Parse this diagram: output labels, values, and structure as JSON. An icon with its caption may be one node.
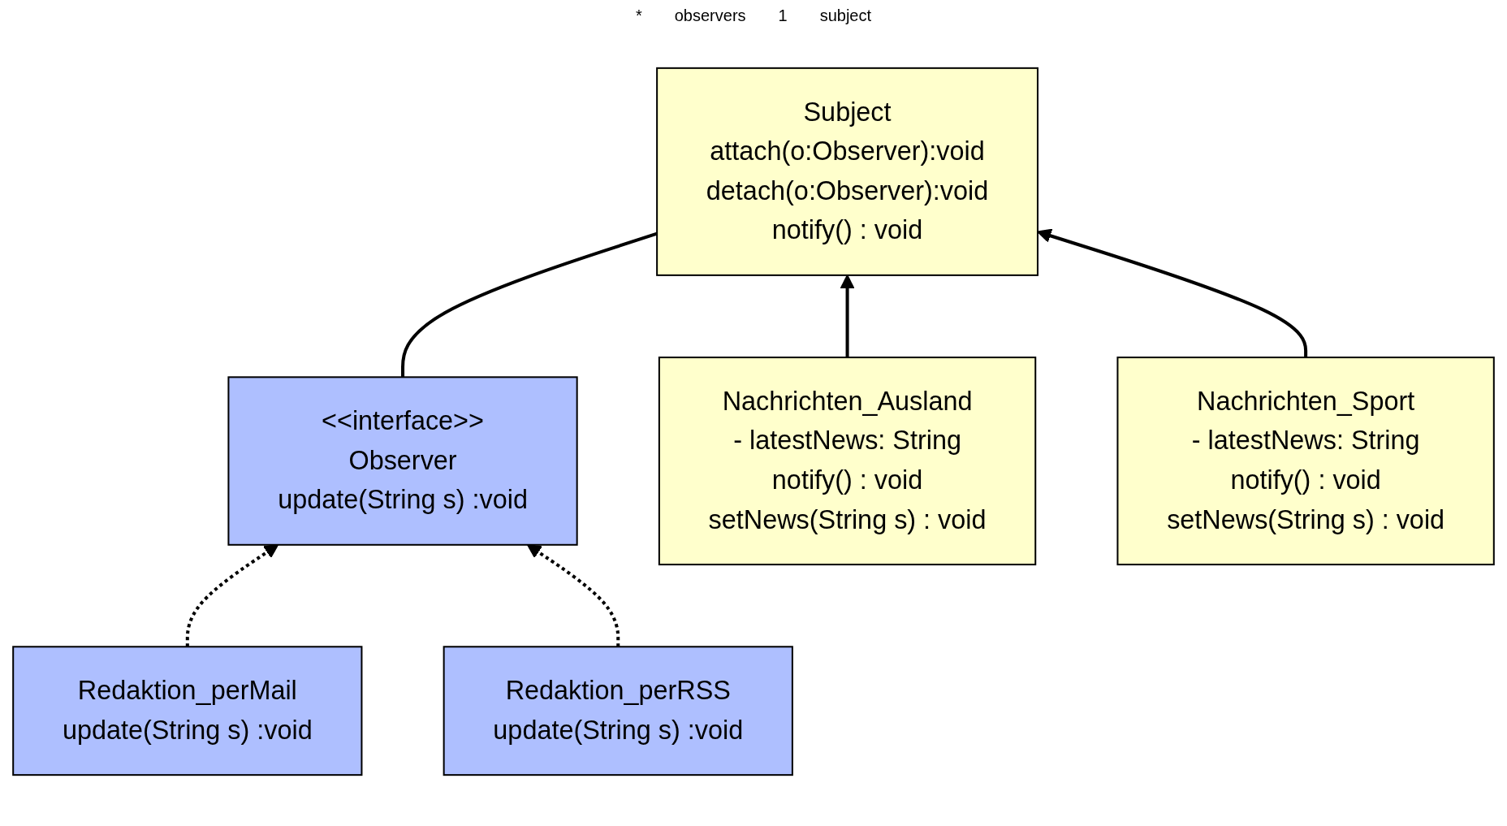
{
  "diagram": {
    "nodes": [
      {
        "text": [
          "<<interface>>",
          "Observer",
          "update(String s) :void"
        ]
      },
      {
        "text": [
          "Subject",
          "attach(o:Observer):void",
          "detach(o:Observer):void",
          "notify() : void"
        ]
      },
      {
        "text": [
          "Redaktion_perMail",
          "update(String s) :void"
        ]
      },
      {
        "text": [
          "Redaktion_perRSS",
          "update(String s) :void"
        ]
      },
      {
        "text": [
          "Nachrichten_Ausland",
          "- latestNews: String",
          "notify() : void",
          "setNews(String s) : void"
        ]
      },
      {
        "text": [
          "Nachrichten_Sport",
          "- latestNews: String",
          "notify() : void",
          "setNews(String s) : void"
        ]
      }
    ],
    "edges": [
      {
        "from": 0,
        "to": 1,
        "arrow": "none"
      },
      {
        "from": 2,
        "to": 0,
        "arrow": "to",
        "style": "dashed"
      },
      {
        "from": 3,
        "to": 0,
        "arrow": "to",
        "style": "dashed"
      },
      {
        "from": 4,
        "to": 1,
        "arrow": "to"
      },
      {
        "from": 5,
        "to": 1,
        "arrow": "to"
      }
    ],
    "labels": [
      "*",
      "observers",
      "1",
      "subject"
    ]
  }
}
